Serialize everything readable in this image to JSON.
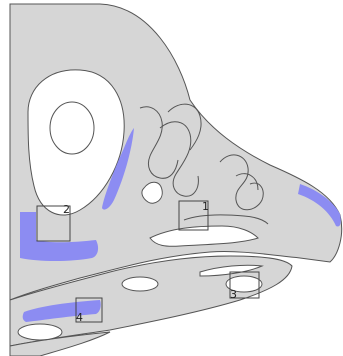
{
  "figure": {
    "regions": [
      {
        "id": "region-1",
        "label": "1"
      },
      {
        "id": "region-2",
        "label": "2"
      },
      {
        "id": "region-3",
        "label": "3"
      },
      {
        "id": "region-4",
        "label": "4"
      }
    ],
    "colors": {
      "tissue": "#d6d6d6",
      "outline": "#555555",
      "highlight": "#8c8cf2",
      "background": "#ffffff"
    }
  }
}
